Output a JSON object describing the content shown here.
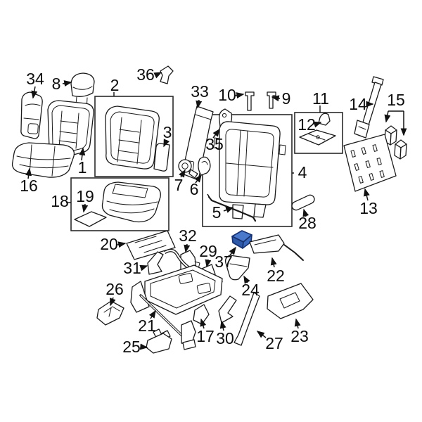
{
  "diagram": {
    "description_visible_text_only": "",
    "background_color": "#ffffff",
    "line_color": "#1a1a1a",
    "highlighted_part": {
      "number": "37",
      "fill_top": "#4a79cc",
      "fill_front": "#2d59a8",
      "fill_side": "#3a69bd",
      "outline": "#16306e"
    },
    "callouts": [
      {
        "label": "1"
      },
      {
        "label": "2"
      },
      {
        "label": "3"
      },
      {
        "label": "4"
      },
      {
        "label": "5"
      },
      {
        "label": "6"
      },
      {
        "label": "7"
      },
      {
        "label": "8"
      },
      {
        "label": "9"
      },
      {
        "label": "10"
      },
      {
        "label": "11"
      },
      {
        "label": "12"
      },
      {
        "label": "13"
      },
      {
        "label": "14"
      },
      {
        "label": "15"
      },
      {
        "label": "16"
      },
      {
        "label": "17"
      },
      {
        "label": "18"
      },
      {
        "label": "19"
      },
      {
        "label": "20"
      },
      {
        "label": "21"
      },
      {
        "label": "22"
      },
      {
        "label": "23"
      },
      {
        "label": "24"
      },
      {
        "label": "25"
      },
      {
        "label": "26"
      },
      {
        "label": "27"
      },
      {
        "label": "28"
      },
      {
        "label": "29"
      },
      {
        "label": "30"
      },
      {
        "label": "31"
      },
      {
        "label": "32"
      },
      {
        "label": "33"
      },
      {
        "label": "34"
      },
      {
        "label": "35"
      },
      {
        "label": "36"
      },
      {
        "label": "37"
      }
    ]
  }
}
